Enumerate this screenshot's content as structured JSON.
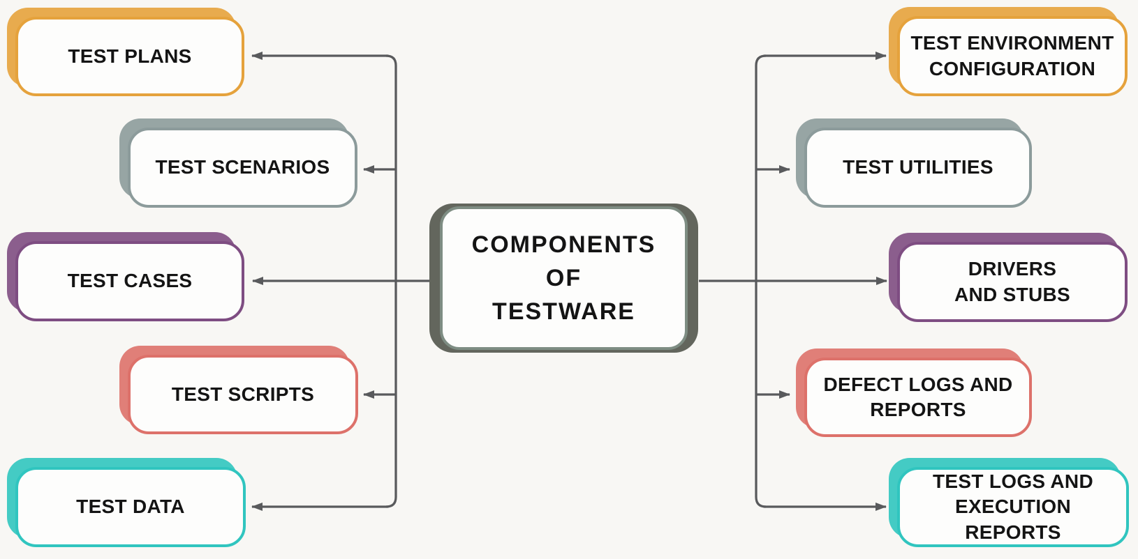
{
  "diagram_title": "COMPONENTS OF TESTWARE",
  "palette": {
    "orange": "#E5A23C",
    "gray": "#8C9B9B",
    "purple": "#7E4D82",
    "coral": "#DD716A",
    "teal": "#30C5BF",
    "line": "#595A5C",
    "ink": "#141414",
    "card": "#FDFDFC",
    "bg": "#F8F7F4",
    "center_border": "#7E8D83",
    "center_shadow": "#63665D"
  },
  "center": {
    "label": "COMPONENTS\nOF\nTESTWARE"
  },
  "left_nodes": [
    {
      "label": "TEST PLANS",
      "accent": "orange"
    },
    {
      "label": "TEST SCENARIOS",
      "accent": "gray"
    },
    {
      "label": "TEST CASES",
      "accent": "purple"
    },
    {
      "label": "TEST SCRIPTS",
      "accent": "coral"
    },
    {
      "label": "TEST DATA",
      "accent": "teal"
    }
  ],
  "right_nodes": [
    {
      "label": "TEST ENVIRONMENT\nCONFIGURATION",
      "accent": "orange"
    },
    {
      "label": "TEST UTILITIES",
      "accent": "gray"
    },
    {
      "label": "DRIVERS\nAND STUBS",
      "accent": "purple"
    },
    {
      "label": "DEFECT LOGS AND\nREPORTS",
      "accent": "coral"
    },
    {
      "label": "TEST LOGS AND\nEXECUTION REPORTS",
      "accent": "teal"
    }
  ]
}
